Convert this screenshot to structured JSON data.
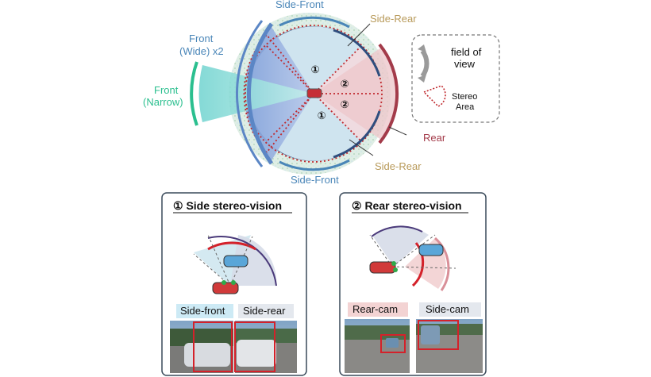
{
  "top_diagram": {
    "labels": {
      "side_front_top": "Side-Front",
      "side_rear_top": "Side-Rear",
      "front_wide_1": "Front",
      "front_wide_2": "(Wide) x2",
      "front_narrow_1": "Front",
      "front_narrow_2": "(Narrow)",
      "rear": "Rear",
      "side_rear_bottom": "Side-Rear",
      "side_front_bottom": "Side-Front"
    },
    "zone_markers": [
      "①",
      "②",
      "②",
      "①"
    ],
    "colors": {
      "front_wide": "#5b86c5",
      "front_narrow": "#2bbf8f",
      "side_front": "#4a86b8",
      "side_rear": "#b89a5a",
      "rear": "#a33b4a",
      "stereo_border": "#c0282d"
    }
  },
  "legend": {
    "fov_label_1": "field of",
    "fov_label_2": "view",
    "stereo_label_1": "Stereo",
    "stereo_label_2": "Area"
  },
  "panel_side": {
    "title": "① Side stereo-vision",
    "tag_front": "Side-front",
    "tag_rear": "Side-rear",
    "tag_front_color": "#cdeaf5",
    "tag_rear_color": "#e4e8ee"
  },
  "panel_rear": {
    "title": "② Rear stereo-vision",
    "tag_rear": "Rear-cam",
    "tag_side": "Side-cam",
    "tag_rear_color": "#f3d3d3",
    "tag_side_color": "#e4e8ee"
  }
}
